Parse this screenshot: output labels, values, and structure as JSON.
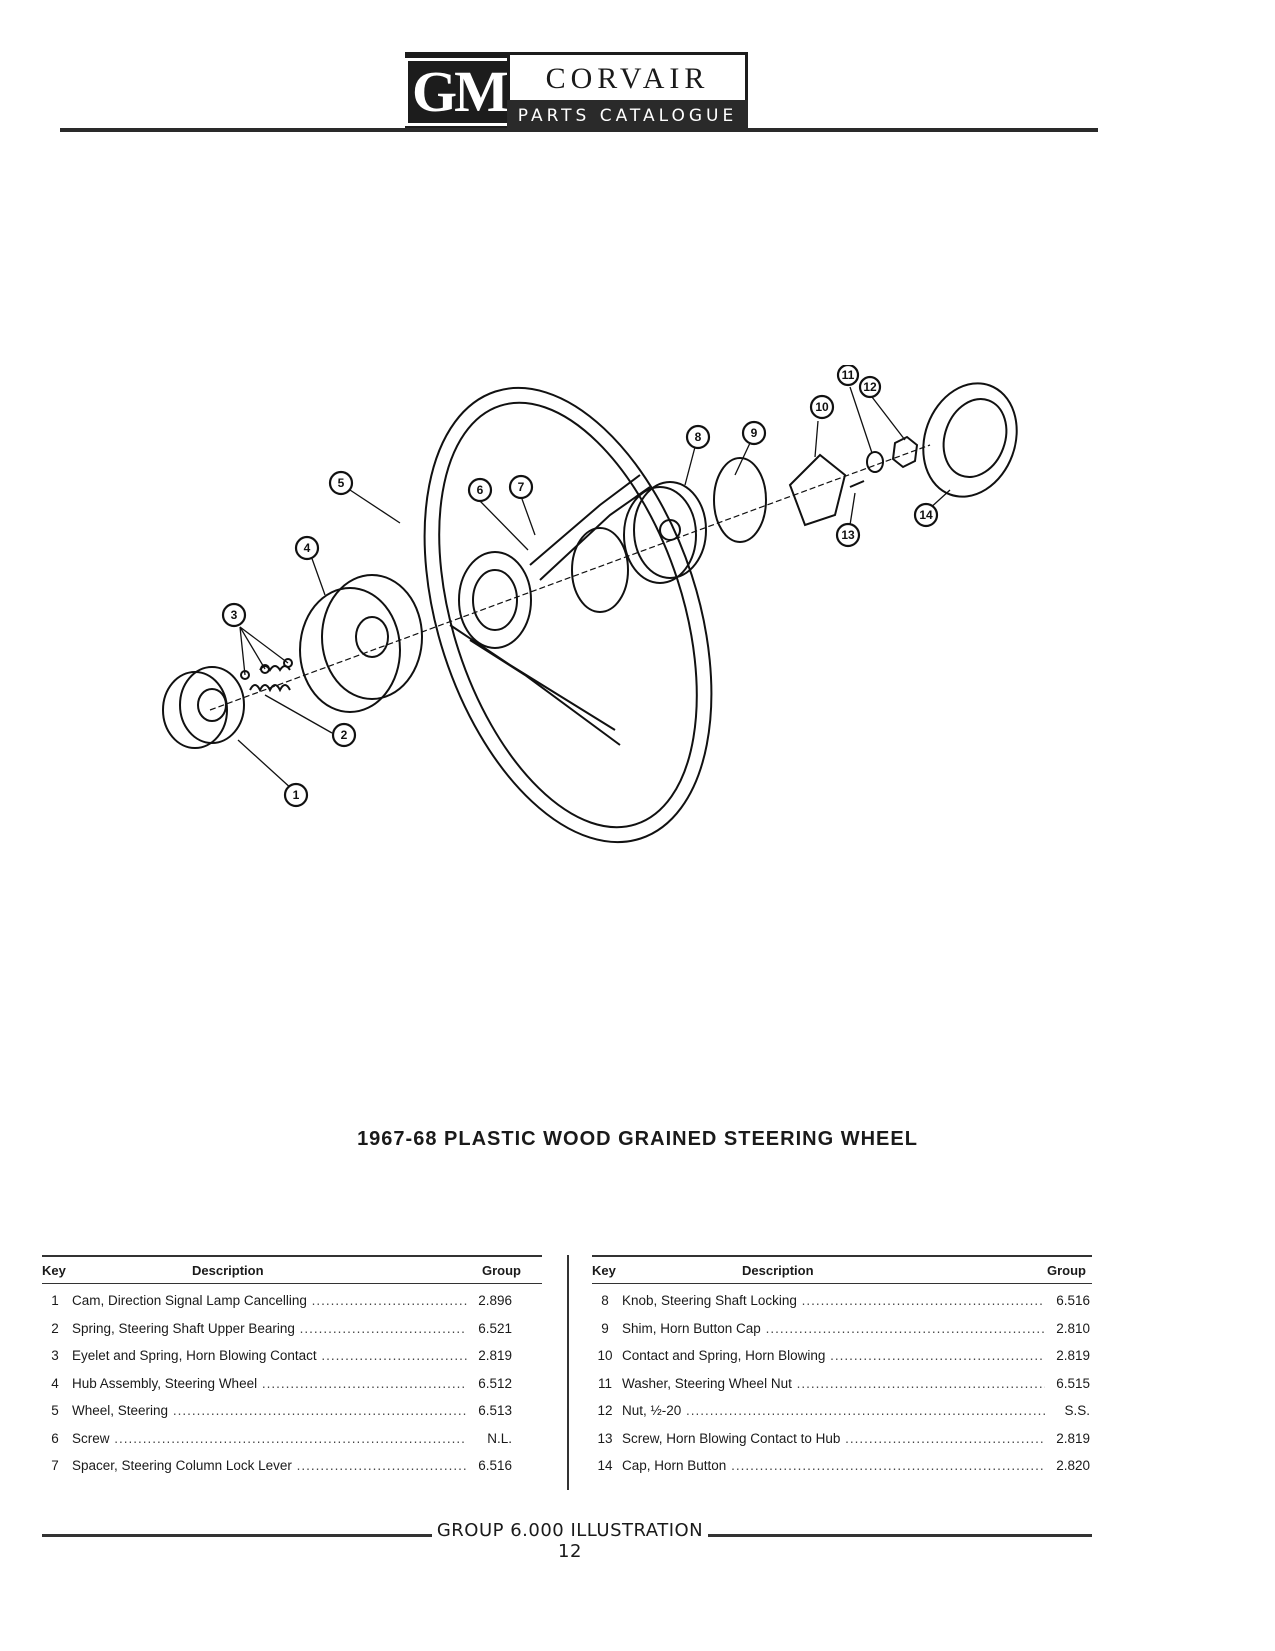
{
  "header": {
    "logo_letters": "GM",
    "title": "CORVAIR",
    "subtitle": "PARTS CATALOGUE"
  },
  "diagram": {
    "callouts": [
      "1",
      "2",
      "3",
      "4",
      "5",
      "6",
      "7",
      "8",
      "9",
      "10",
      "11",
      "12",
      "13",
      "14"
    ]
  },
  "caption": "1967-68 PLASTIC WOOD GRAINED STEERING WHEEL",
  "table_headers": {
    "key": "Key",
    "description": "Description",
    "group": "Group"
  },
  "parts_left": [
    {
      "key": "1",
      "description": "Cam, Direction Signal Lamp Cancelling",
      "group": "2.896"
    },
    {
      "key": "2",
      "description": "Spring, Steering Shaft Upper Bearing",
      "group": "6.521"
    },
    {
      "key": "3",
      "description": "Eyelet and Spring, Horn Blowing Contact",
      "group": "2.819"
    },
    {
      "key": "4",
      "description": "Hub Assembly, Steering Wheel",
      "group": "6.512"
    },
    {
      "key": "5",
      "description": "Wheel, Steering",
      "group": "6.513"
    },
    {
      "key": "6",
      "description": "Screw",
      "group": "N.L."
    },
    {
      "key": "7",
      "description": "Spacer, Steering Column Lock Lever",
      "group": "6.516"
    }
  ],
  "parts_right": [
    {
      "key": "8",
      "description": "Knob, Steering Shaft Locking",
      "group": "6.516"
    },
    {
      "key": "9",
      "description": "Shim, Horn Button Cap",
      "group": "2.810"
    },
    {
      "key": "10",
      "description": "Contact and Spring, Horn Blowing",
      "group": "2.819"
    },
    {
      "key": "11",
      "description": "Washer, Steering Wheel Nut",
      "group": "6.515"
    },
    {
      "key": "12",
      "description": "Nut, ½-20",
      "group": "S.S."
    },
    {
      "key": "13",
      "description": "Screw, Horn Blowing Contact to Hub",
      "group": "2.819"
    },
    {
      "key": "14",
      "description": "Cap, Horn Button",
      "group": "2.820"
    }
  ],
  "footer": "GROUP 6.000 ILLUSTRATION 12"
}
